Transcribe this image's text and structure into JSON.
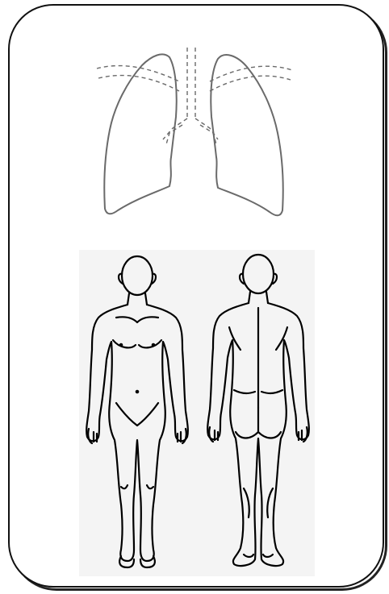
{
  "figure": {
    "panels": [
      {
        "name": "lungs",
        "icon": "lungs-outline-icon",
        "style": "grey outline with dashed airway lines"
      },
      {
        "name": "body-map",
        "icon": "human-body-front-back-icon",
        "views": [
          "front",
          "back"
        ]
      }
    ],
    "colors": {
      "card_border": "#111111",
      "lung_stroke": "#6a6a6a",
      "body_stroke": "#000000",
      "panel_bg": "#f4f4f4"
    }
  }
}
